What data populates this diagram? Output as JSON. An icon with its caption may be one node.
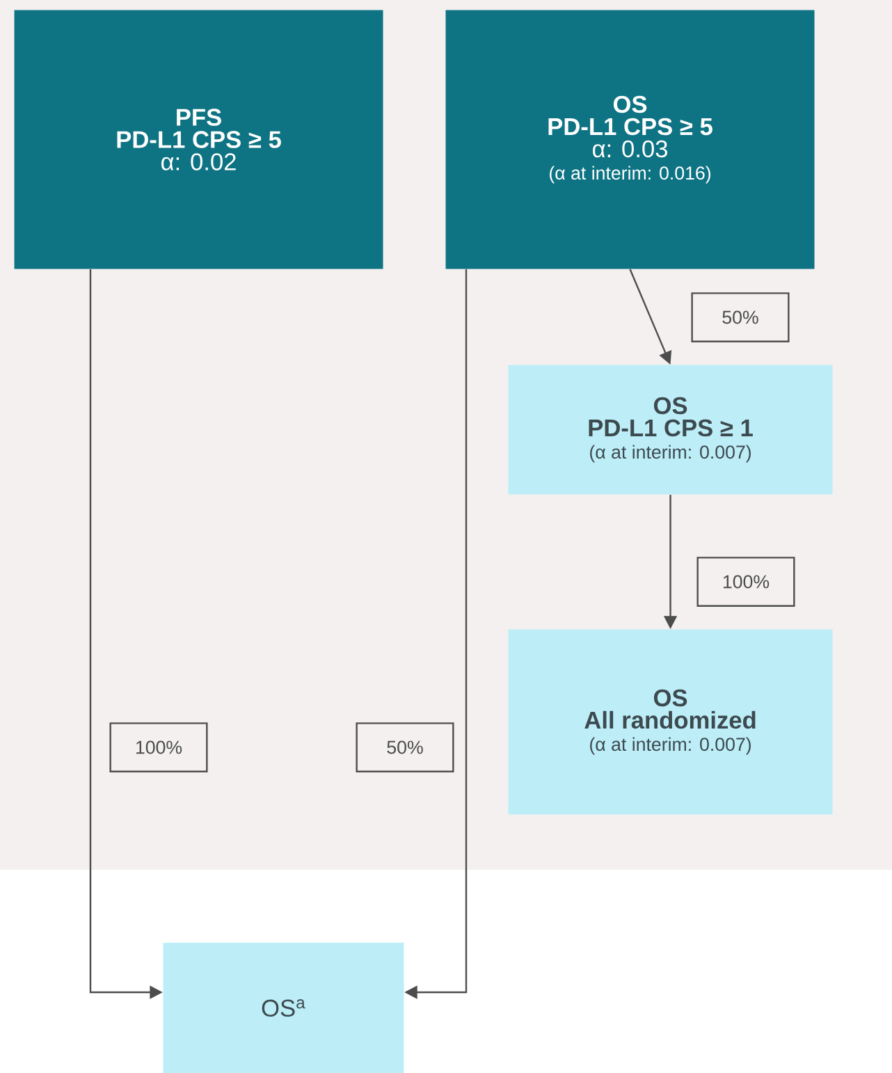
{
  "diagram": {
    "nodes": [
      {
        "text": [
          "PFS",
          "PD-L1 CPS ≥ 5",
          "α: 0.02"
        ]
      },
      {
        "text": [
          "OS",
          "PD-L1 CPS ≥ 5",
          "α: 0.03",
          "(α at interim: 0.016)"
        ]
      },
      {
        "text": [
          "OS",
          "PD-L1 CPS ≥ 1",
          "(α at interim: 0.007)"
        ]
      },
      {
        "text": [
          "OS",
          "All randomized",
          "(α at interim: 0.007)"
        ]
      },
      {
        "text": [
          "OS$^{a}$"
        ]
      }
    ],
    "edges": [
      {
        "from": 0,
        "to": 4,
        "arrow": "to",
        "label": "100%"
      },
      {
        "from": 1,
        "to": 4,
        "arrow": "to",
        "label": "50%"
      },
      {
        "from": 1,
        "to": 2,
        "arrow": "to",
        "label": "50%"
      },
      {
        "from": 2,
        "to": 3,
        "arrow": "to",
        "label": "100%"
      }
    ]
  }
}
